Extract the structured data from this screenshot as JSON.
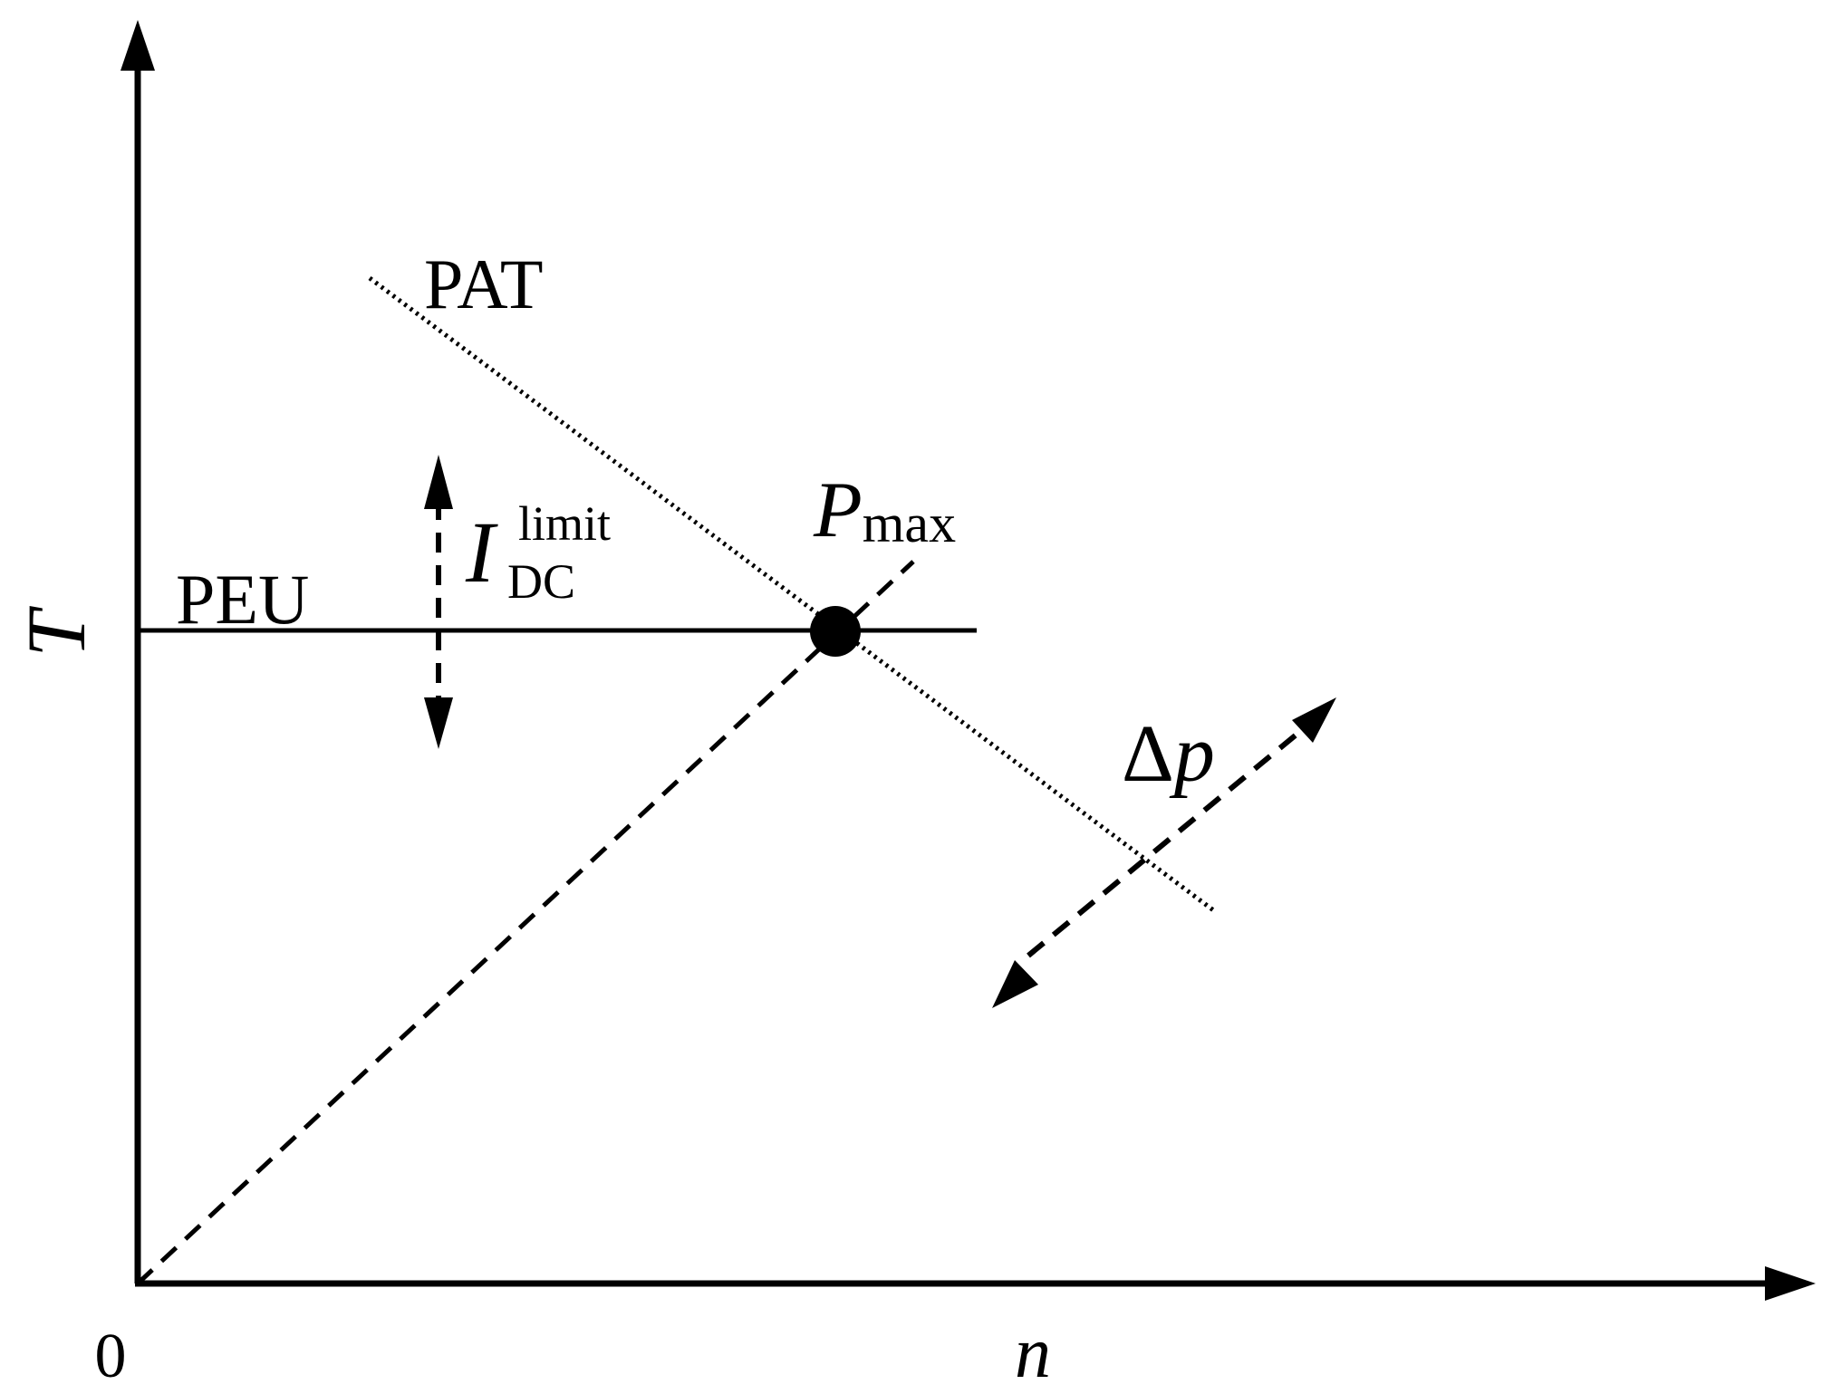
{
  "diagram": {
    "axes": {
      "y_label": "T",
      "x_label": "n",
      "origin_label": "0"
    },
    "curves": {
      "pat_label": "PAT",
      "peu_label": "PEU"
    },
    "point": {
      "main": "P",
      "sub": "max"
    },
    "current_limit": {
      "main": "I",
      "sub": "DC",
      "sup": "limit"
    },
    "delta_p": {
      "delta": "Δ",
      "p": "p"
    },
    "colors": {
      "ink": "#000000",
      "background": "#ffffff"
    }
  }
}
